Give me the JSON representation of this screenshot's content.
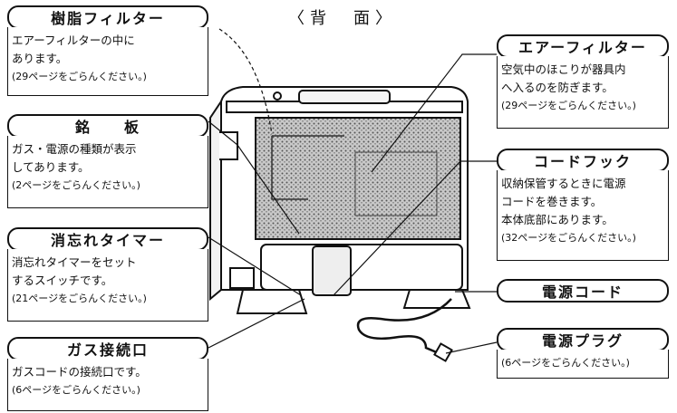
{
  "page_title": "〈背　面〉",
  "callouts": {
    "resin_filter": {
      "heading": "樹脂フィルター",
      "lines": [
        "エアーフィルターの中に",
        "あります。"
      ],
      "ref": "(29ページをごらんください。)"
    },
    "nameplate": {
      "heading": "銘　　板",
      "lines": [
        "ガス・電源の種類が表示",
        "してあります。"
      ],
      "ref": "(2ページをごらんください。)"
    },
    "off_timer": {
      "heading": "消忘れタイマー",
      "lines": [
        "消忘れタイマーをセット",
        "するスイッチです。"
      ],
      "ref": "(21ページをごらんください。)"
    },
    "gas_inlet": {
      "heading": "ガス接続口",
      "lines": [
        "ガスコードの接続口です。"
      ],
      "ref": "(6ページをごらんください。)"
    },
    "air_filter": {
      "heading": "エアーフィルター",
      "lines": [
        "空気中のほこりが器具内",
        "へ入るのを防ぎます。"
      ],
      "ref": "(29ページをごらんください。)"
    },
    "cord_hook": {
      "heading": "コードフック",
      "lines": [
        "収納保管するときに電源",
        "コードを巻きます。",
        "本体底部にあります。"
      ],
      "ref": "(32ページをごらんください。)"
    },
    "power_cord": {
      "heading": "電源コード",
      "lines": [],
      "ref": ""
    },
    "power_plug": {
      "heading": "電源プラグ",
      "lines": [],
      "ref": "(6ページをごらんください。)"
    }
  },
  "colors": {
    "line": "#111111",
    "filter_mesh": "#9a9a9a",
    "background": "#ffffff"
  }
}
